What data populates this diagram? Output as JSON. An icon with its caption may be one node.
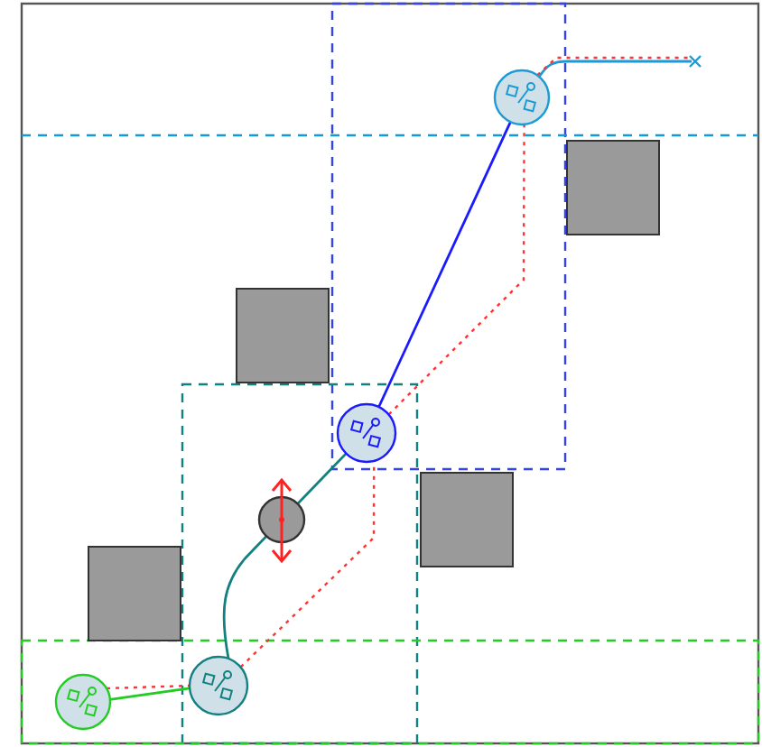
{
  "diagram": {
    "nodes": [
      {
        "text": [],
        "shape": "circle"
      },
      {
        "text": [],
        "shape": "circle"
      },
      {
        "text": [],
        "shape": "circle"
      },
      {
        "text": [],
        "shape": "circle"
      }
    ],
    "edges": [
      {
        "from": 3,
        "to": 2,
        "arrow": "none",
        "color": "#22cc22"
      },
      {
        "from": 2,
        "to": 1,
        "arrow": "none",
        "color": "#138080"
      },
      {
        "from": 1,
        "to": 0,
        "arrow": "none",
        "color": "#1a1aff"
      },
      {
        "from": 0,
        "to": null,
        "arrow": "none",
        "color": "#1b9ad6"
      },
      {
        "from": 3,
        "to": 2,
        "arrow": "none",
        "style": "dashed",
        "color": "#ff3333"
      },
      {
        "from": 2,
        "to": 1,
        "arrow": "none",
        "style": "dashed",
        "color": "#ff3333"
      },
      {
        "from": 1,
        "to": 0,
        "arrow": "none",
        "style": "dashed",
        "color": "#ff3333"
      },
      {
        "from": 0,
        "to": null,
        "arrow": "none",
        "style": "dashed",
        "color": "#ff3333"
      }
    ]
  }
}
